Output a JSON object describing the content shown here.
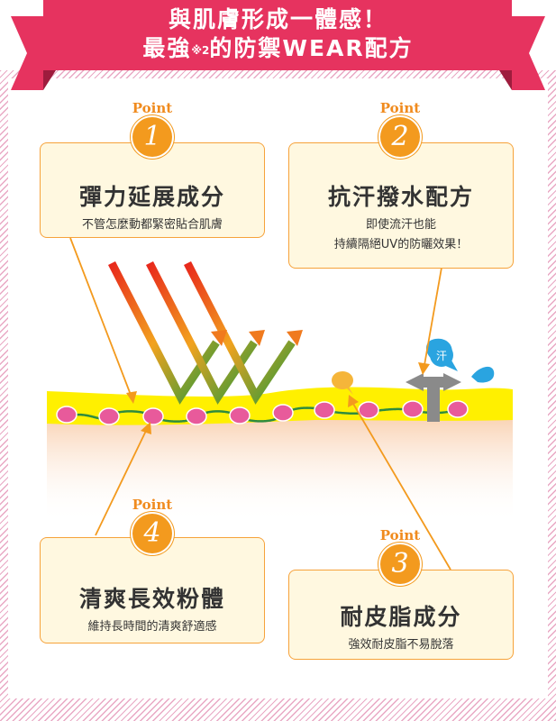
{
  "banner": {
    "line1": "與肌膚形成一體感！",
    "line2_pre": "最強",
    "line2_note": "※2",
    "line2_post": "的防禦WEAR配方",
    "color": "#e6335f"
  },
  "points": [
    {
      "word": "Point",
      "number": "1",
      "title": "彈力延展成分",
      "desc": [
        "不管怎麼動都緊密貼合肌膚"
      ]
    },
    {
      "word": "Point",
      "number": "2",
      "title": "抗汗撥水配方",
      "desc": [
        "即使流汗也能",
        "持續隔絕UV的防曬效果！"
      ]
    },
    {
      "word": "Point",
      "number": "3",
      "title": "耐皮脂成分",
      "desc": [
        "強效耐皮脂不易脫落"
      ]
    },
    {
      "word": "Point",
      "number": "4",
      "title": "清爽長效粉體",
      "desc": [
        "維持長時間的清爽舒適感"
      ]
    }
  ],
  "sweat_label": "汗",
  "colors": {
    "accent": "#f39a1e",
    "box_bg": "#fff8e0",
    "skin_yellow": "#fff000",
    "particle": "#e85a9b",
    "chain": "#2e8b3e",
    "repel": "#888888",
    "sweat": "#2aa4e0"
  }
}
